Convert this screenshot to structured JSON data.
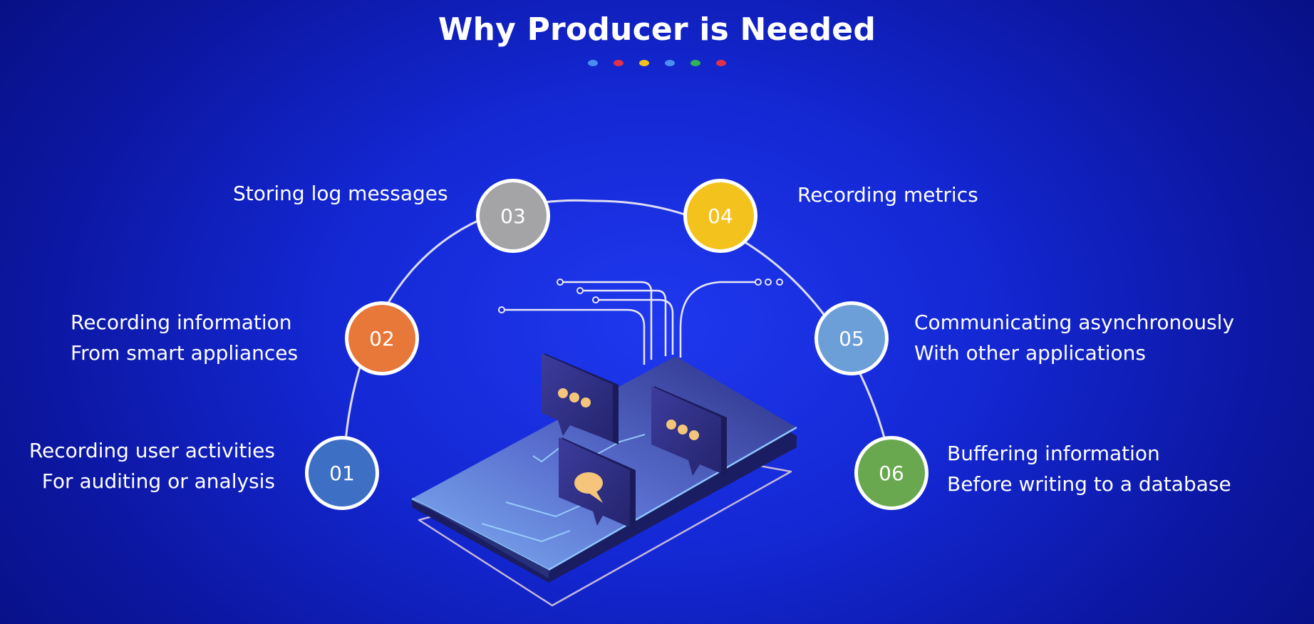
{
  "title": "Why Producer is Needed",
  "accent_dots": [
    "#4a8ef5",
    "#e0334a",
    "#f2c21b",
    "#4a8ef5",
    "#2fb457",
    "#e0334a"
  ],
  "items": [
    {
      "number": "01",
      "color": "#3d6fc4",
      "line1": "Recording user activities",
      "line2": "For auditing or analysis"
    },
    {
      "number": "02",
      "color": "#e8773a",
      "line1": "Recording information",
      "line2": "From smart appliances"
    },
    {
      "number": "03",
      "color": "#a4a4a6",
      "line1": "Storing log messages",
      "line2": ""
    },
    {
      "number": "04",
      "color": "#f4c21c",
      "line1": "Recording metrics",
      "line2": ""
    },
    {
      "number": "05",
      "color": "#6c9ed8",
      "line1": "Communicating asynchronously",
      "line2": "With other applications"
    },
    {
      "number": "06",
      "color": "#6aa84f",
      "line1": "Buffering information",
      "line2": "Before writing to a database"
    }
  ]
}
